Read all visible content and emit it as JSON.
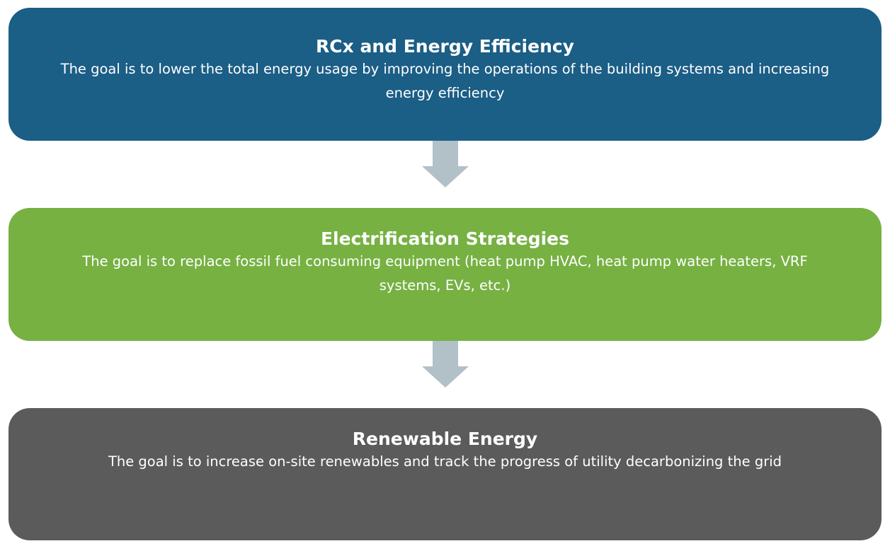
{
  "colors": {
    "box1": "#1b5e86",
    "box2": "#76b142",
    "box3": "#5b5b5b",
    "arrow": "#b2c0c8"
  },
  "steps": [
    {
      "title": "RCx and Energy Efficiency",
      "description": "The goal is to lower the total energy usage by improving the operations of the building systems and increasing energy efficiency"
    },
    {
      "title": "Electrification Strategies",
      "description": "The goal is to replace fossil fuel consuming equipment (heat pump HVAC, heat pump water heaters, VRF systems, EVs, etc.)"
    },
    {
      "title": "Renewable Energy",
      "description": "The goal is to increase on-site renewables and track the progress of utility decarbonizing the grid"
    }
  ]
}
